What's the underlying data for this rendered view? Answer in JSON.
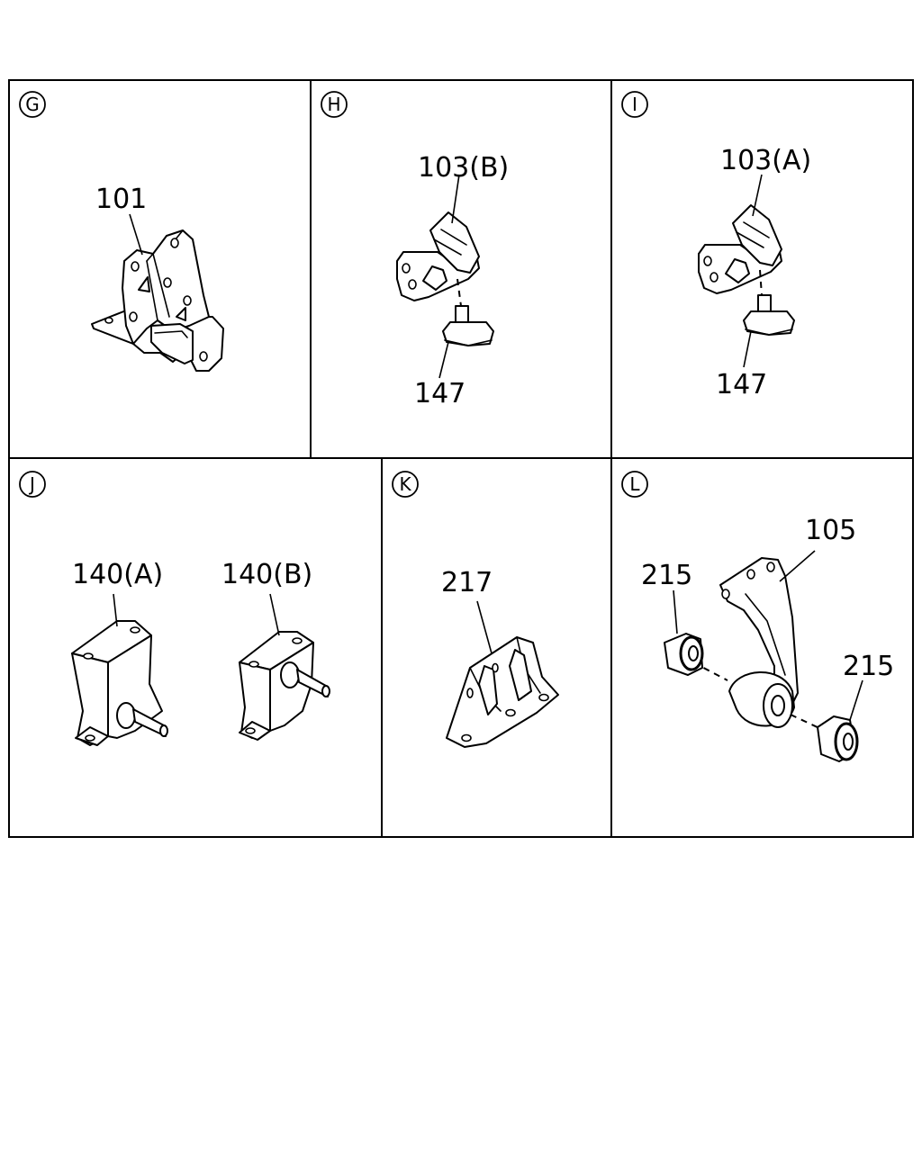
{
  "panels": [
    {
      "letter": "G",
      "labels": [
        "101"
      ]
    },
    {
      "letter": "H",
      "labels": [
        "103(B)",
        "147"
      ]
    },
    {
      "letter": "I",
      "labels": [
        "103(A)",
        "147"
      ]
    },
    {
      "letter": "J",
      "labels": [
        "140(A)",
        "140(B)"
      ]
    },
    {
      "letter": "K",
      "labels": [
        "217"
      ]
    },
    {
      "letter": "L",
      "labels": [
        "105",
        "215",
        "215"
      ]
    }
  ]
}
